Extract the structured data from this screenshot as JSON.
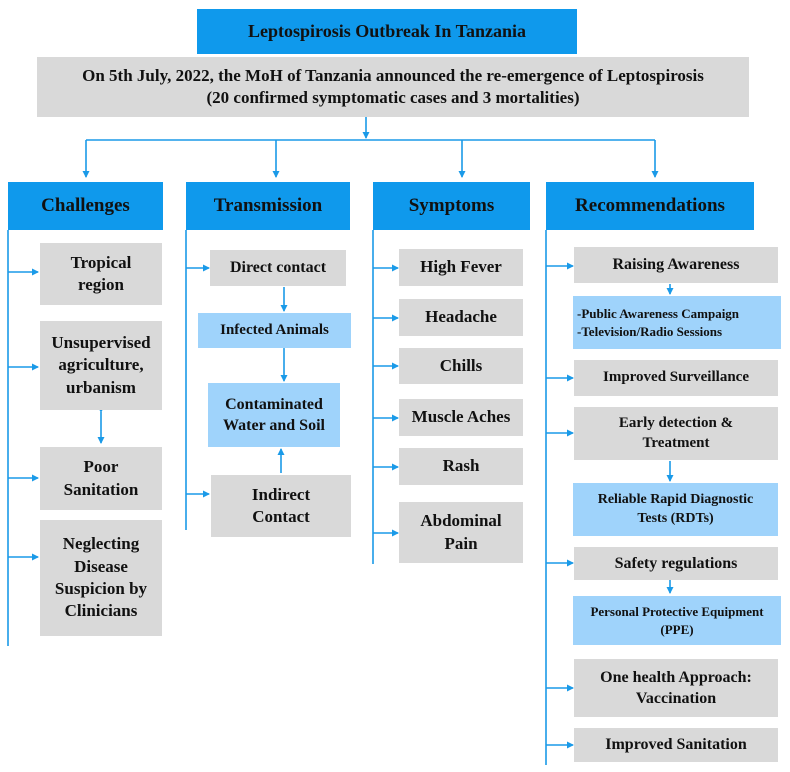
{
  "title": "Leptospirosis Outbreak In Tanzania",
  "announcement": {
    "line1": "On 5th July, 2022, the MoH of Tanzania announced the re-emergence of Leptospirosis",
    "line2": "(20 confirmed symptomatic cases and 3 mortalities)"
  },
  "columns": {
    "challenges": {
      "header": "Challenges",
      "items": [
        [
          "Tropical",
          "region"
        ],
        [
          "Unsupervised",
          "agriculture,",
          "urbanism"
        ],
        [
          "Poor",
          "Sanitation"
        ],
        [
          "Neglecting",
          "Disease",
          "Suspicion by",
          "Clinicians"
        ]
      ]
    },
    "transmission": {
      "header": "Transmission",
      "direct": "Direct contact",
      "animals": "Infected Animals",
      "water": [
        "Contaminated",
        "Water and Soil"
      ],
      "indirect": [
        "Indirect",
        "Contact"
      ]
    },
    "symptoms": {
      "header": "Symptoms",
      "items": [
        "High Fever",
        "Headache",
        "Chills",
        "Muscle Aches",
        "Rash",
        [
          "Abdominal",
          "Pain"
        ]
      ]
    },
    "recommendations": {
      "header": "Recommendations",
      "raising": "Raising Awareness",
      "campaign": [
        "-Public Awareness Campaign",
        "-Television/Radio Sessions"
      ],
      "surveillance": "Improved Surveillance",
      "early": [
        "Early detection &",
        "Treatment"
      ],
      "rdt": [
        "Reliable Rapid Diagnostic",
        "Tests (RDTs)"
      ],
      "safety": "Safety regulations",
      "ppe": [
        "Personal Protective Equipment",
        "(PPE)"
      ],
      "onehealth": [
        "One health Approach:",
        "Vaccination"
      ],
      "sanitation": "Improved Sanitation"
    }
  }
}
